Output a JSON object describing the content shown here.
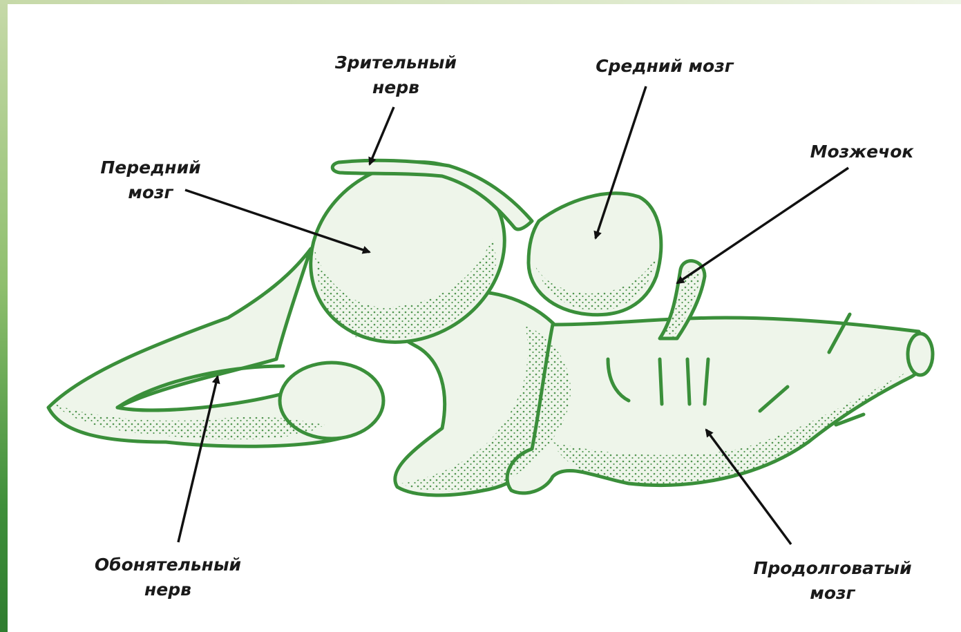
{
  "colors": {
    "outline": "#3a8f3a",
    "fill": "#e9f1e3",
    "fill_dark": "#cfe3c4",
    "stipple": "#3f8a3f",
    "frame_left": "#3f8f3a",
    "arrow": "#111111",
    "label": "#1a1a1a"
  },
  "labels": {
    "optic_nerve": {
      "line1": "Зрительный",
      "line2": "нерв"
    },
    "midbrain": {
      "line1": "Средний мозг"
    },
    "forebrain": {
      "line1": "Передний",
      "line2": "мозг"
    },
    "cerebellum": {
      "line1": "Мозжечок"
    },
    "olfactory_nerve": {
      "line1": "Обонятельный",
      "line2": "нерв"
    },
    "medulla": {
      "line1": "Продолговатый",
      "line2": "мозг"
    }
  }
}
